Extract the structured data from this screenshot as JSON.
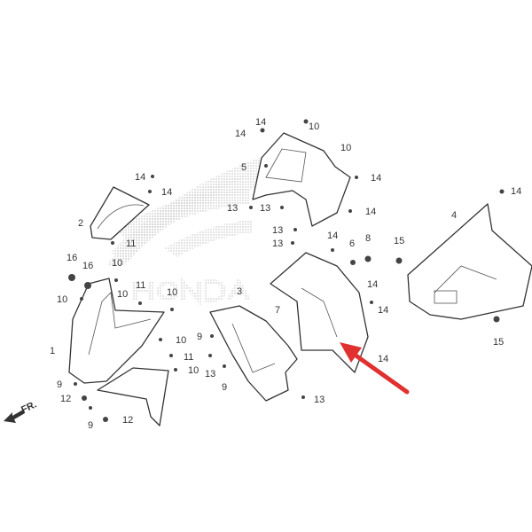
{
  "diagram": {
    "title": "Front cowl / inner cover parts diagram",
    "logo_text": "HONDA",
    "direction_label": "FR.",
    "highlight_color": "#e03030",
    "callouts": [
      "14",
      "14",
      "10",
      "10",
      "5",
      "14",
      "14",
      "14",
      "2",
      "13",
      "13",
      "14",
      "11",
      "13",
      "13",
      "14",
      "14",
      "4",
      "16",
      "16",
      "10",
      "11",
      "10",
      "10",
      "10",
      "6",
      "8",
      "15",
      "3",
      "7",
      "14",
      "14",
      "9",
      "10",
      "1",
      "11",
      "10",
      "13",
      "9",
      "14",
      "15",
      "13",
      "9",
      "12",
      "9",
      "12"
    ]
  }
}
